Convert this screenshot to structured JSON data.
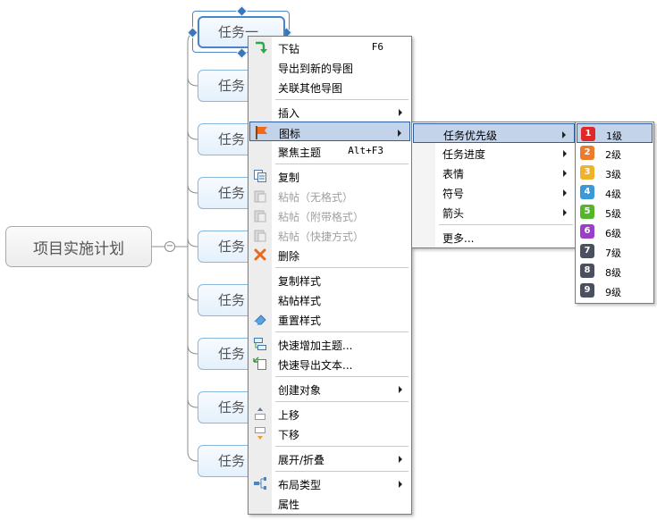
{
  "mindmap": {
    "root": {
      "label": "项目实施计划",
      "toggle": "−"
    },
    "topics": [
      "任务一",
      "任务",
      "任务",
      "任务",
      "任务",
      "任务",
      "任务",
      "任务",
      "任务"
    ]
  },
  "context_menu": {
    "items": [
      {
        "label": "下钻",
        "shortcut": "F6",
        "icon": "drill-down-icon"
      },
      {
        "label": "导出到新的导图"
      },
      {
        "label": "关联其他导图"
      },
      {
        "label": "插入",
        "submenu": true
      },
      {
        "label": "图标",
        "submenu": true,
        "icon": "flag-icon",
        "highlighted": true
      },
      {
        "label": "聚焦主题",
        "shortcut": "Alt+F3"
      },
      {
        "label": "复制",
        "icon": "copy-icon"
      },
      {
        "label": "粘帖（无格式）",
        "disabled": true,
        "icon": "paste-icon"
      },
      {
        "label": "粘帖（附带格式）",
        "disabled": true,
        "icon": "paste-icon"
      },
      {
        "label": "粘帖（快捷方式）",
        "disabled": true,
        "icon": "paste-icon"
      },
      {
        "label": "删除",
        "icon": "delete-icon"
      },
      {
        "label": "复制样式"
      },
      {
        "label": "粘帖样式"
      },
      {
        "label": "重置样式",
        "icon": "eraser-icon"
      },
      {
        "label": "快速增加主题...",
        "icon": "add-topics-icon"
      },
      {
        "label": "快速导出文本...",
        "icon": "export-text-icon"
      },
      {
        "label": "创建对象",
        "submenu": true
      },
      {
        "label": "上移",
        "icon": "move-up-icon"
      },
      {
        "label": "下移",
        "icon": "move-down-icon"
      },
      {
        "label": "展开/折叠",
        "submenu": true
      },
      {
        "label": "布局类型",
        "submenu": true,
        "icon": "layout-icon"
      },
      {
        "label": "属性"
      }
    ]
  },
  "icon_submenu": {
    "items": [
      {
        "label": "任务优先级",
        "submenu": true,
        "highlighted": true
      },
      {
        "label": "任务进度",
        "submenu": true
      },
      {
        "label": "表情",
        "submenu": true
      },
      {
        "label": "符号",
        "submenu": true
      },
      {
        "label": "箭头",
        "submenu": true
      },
      {
        "label": "更多..."
      }
    ]
  },
  "priority_submenu": {
    "items": [
      {
        "num": "1",
        "label": "1级",
        "color": "#e02828",
        "highlighted": true
      },
      {
        "num": "2",
        "label": "2级",
        "color": "#ee7b2a"
      },
      {
        "num": "3",
        "label": "3级",
        "color": "#f2b12a"
      },
      {
        "num": "4",
        "label": "4级",
        "color": "#3a9ad9"
      },
      {
        "num": "5",
        "label": "5级",
        "color": "#56b62a"
      },
      {
        "num": "6",
        "label": "6级",
        "color": "#9b3fc9"
      },
      {
        "num": "7",
        "label": "7级",
        "color": "#4a5060"
      },
      {
        "num": "8",
        "label": "8级",
        "color": "#4a5060"
      },
      {
        "num": "9",
        "label": "9级",
        "color": "#4a5060"
      }
    ]
  }
}
